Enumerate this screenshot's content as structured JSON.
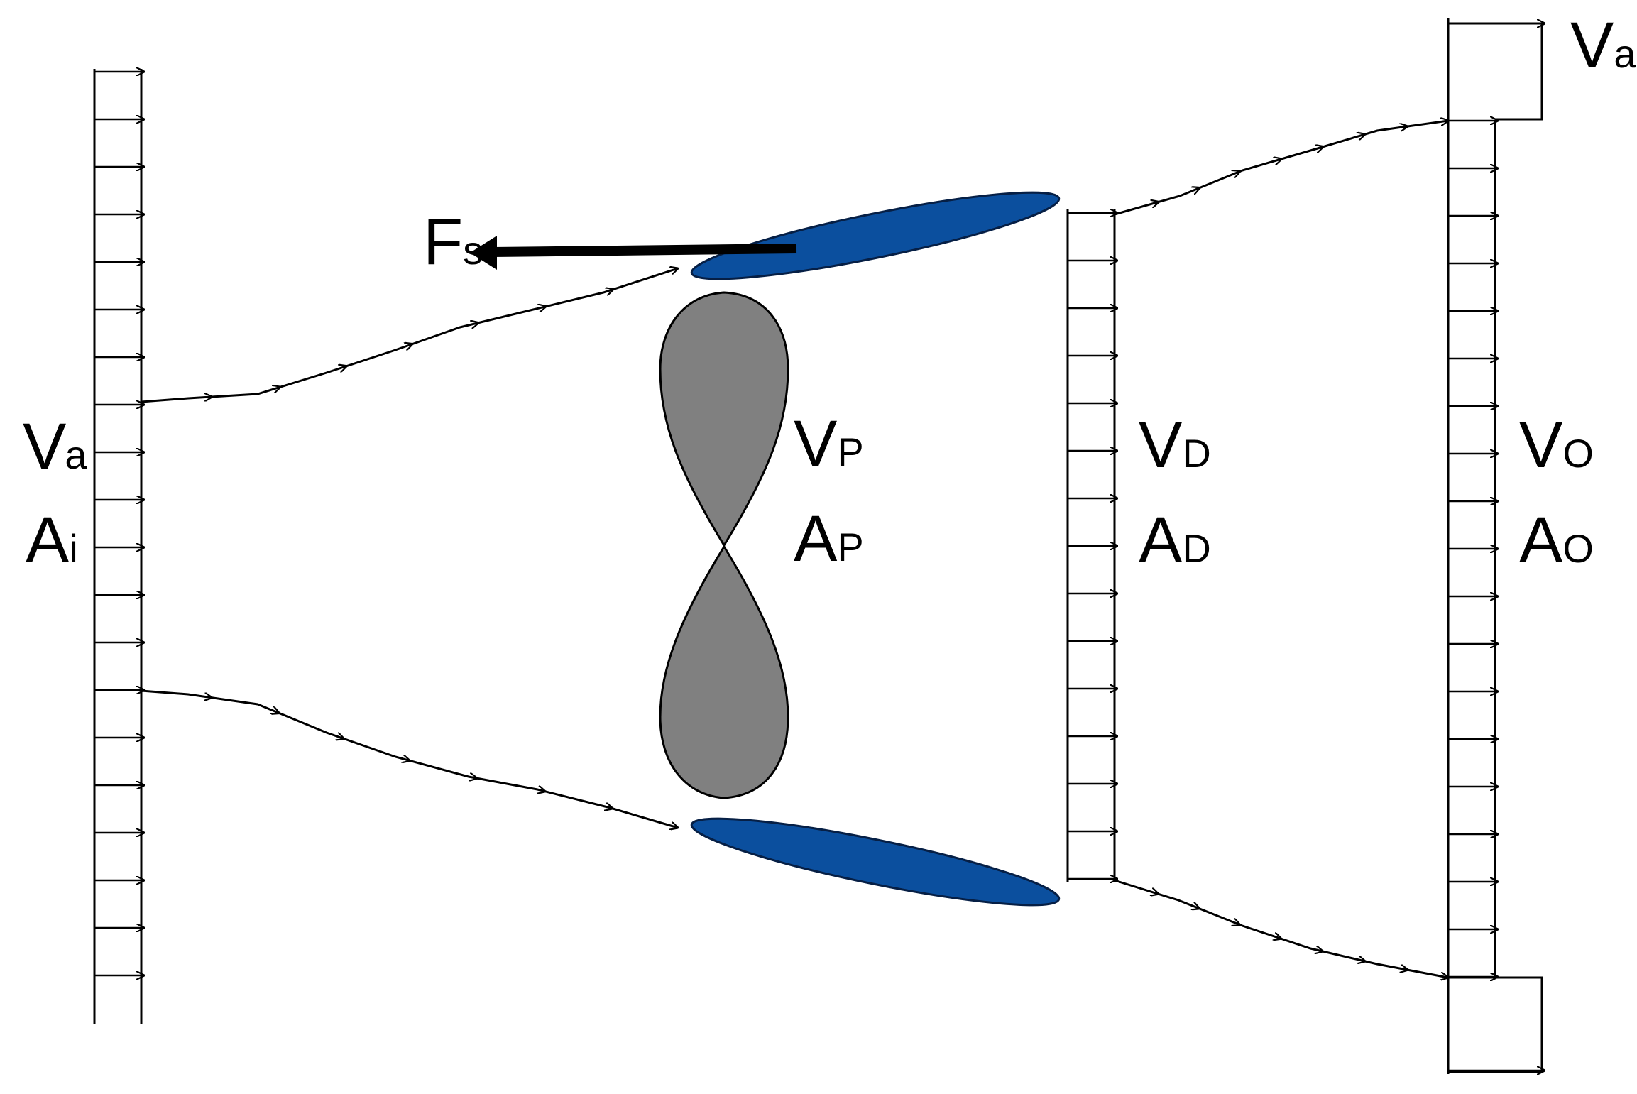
{
  "labels": {
    "inlet": {
      "v_main": "V",
      "v_sub": "a",
      "a_main": "A",
      "a_sub": "i"
    },
    "propeller": {
      "v_main": "V",
      "v_sub": "P",
      "a_main": "A",
      "a_sub": "P"
    },
    "duct_exit": {
      "v_main": "V",
      "v_sub": "D",
      "a_main": "A",
      "a_sub": "D"
    },
    "outlet": {
      "v_main": "V",
      "v_sub": "O",
      "a_main": "A",
      "a_sub": "O"
    },
    "outer_velocity": {
      "main": "V",
      "sub": "a"
    },
    "force": {
      "main": "F",
      "sub": "s"
    }
  },
  "colors": {
    "duct": "#0b4f9e",
    "duct_edge": "#061f45",
    "propeller": "#808080",
    "line": "#000000",
    "background": "#ffffff"
  },
  "icons": {
    "propeller": "propeller-blade-icon",
    "duct": "duct-section-icon",
    "force": "force-arrow-icon"
  }
}
